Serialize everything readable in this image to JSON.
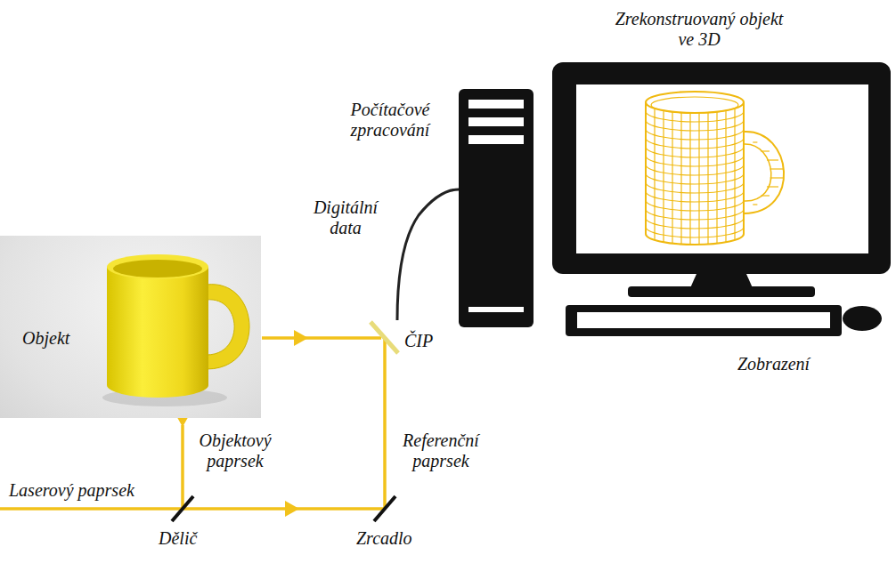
{
  "diagram": {
    "nodes": [
      {
        "text": [
          "Objekt"
        ]
      }
    ],
    "labels": [
      "Zrekonstruovaný objekt ve 3D",
      "Počítačové zpracování",
      "Digitální data",
      "ČIP",
      "Zobrazení",
      "Objektový paprsek",
      "Referenční paprsek",
      "Laserový paprsek",
      "Dělič",
      "Zrcadlo"
    ]
  }
}
